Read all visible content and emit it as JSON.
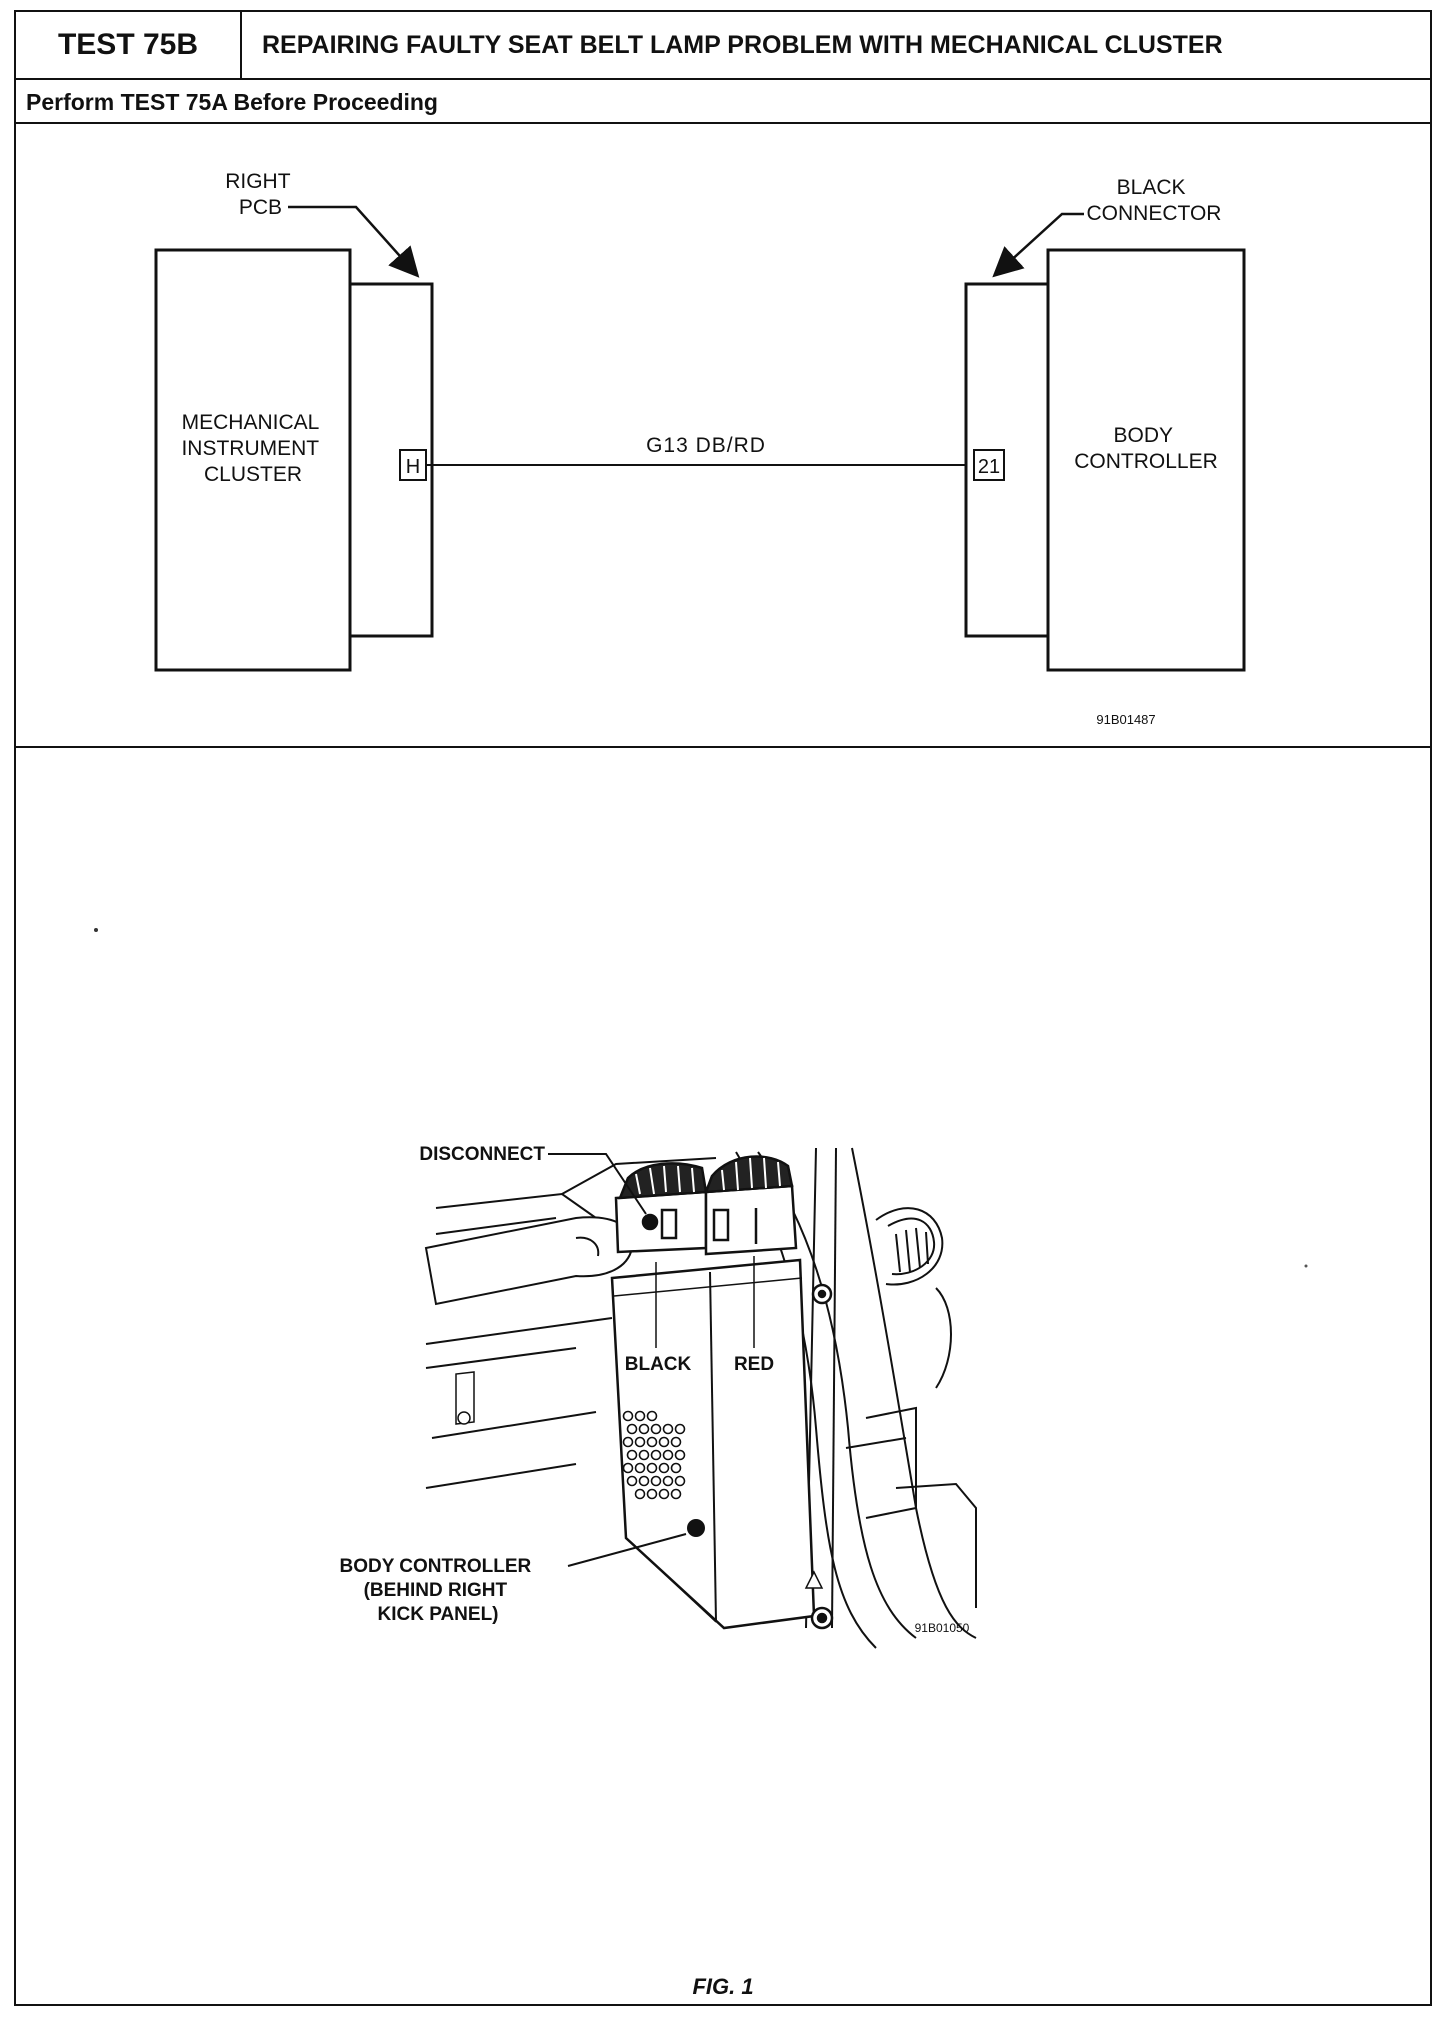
{
  "header": {
    "test_id": "TEST 75B",
    "title": "REPAIRING FAULTY SEAT BELT LAMP PROBLEM WITH MECHANICAL CLUSTER",
    "prerequisite": "Perform TEST 75A Before Proceeding"
  },
  "wiring_diagram": {
    "left_component": [
      "MECHANICAL",
      "INSTRUMENT",
      "CLUSTER"
    ],
    "left_connector_label": [
      "RIGHT",
      "PCB"
    ],
    "left_pin": "H",
    "wire_label": "G13 DB/RD",
    "right_pin": "21",
    "right_connector_label": [
      "BLACK",
      "CONNECTOR"
    ],
    "right_component": [
      "BODY",
      "CONTROLLER"
    ],
    "figure_id": "91B01487"
  },
  "location_figure": {
    "callout_disconnect": "DISCONNECT",
    "label_black": "BLACK",
    "label_red": "RED",
    "callout_body_controller": [
      "BODY CONTROLLER",
      "(BEHIND RIGHT",
      "KICK PANEL)"
    ],
    "figure_id": "91B01050",
    "caption": "FIG. 1"
  }
}
